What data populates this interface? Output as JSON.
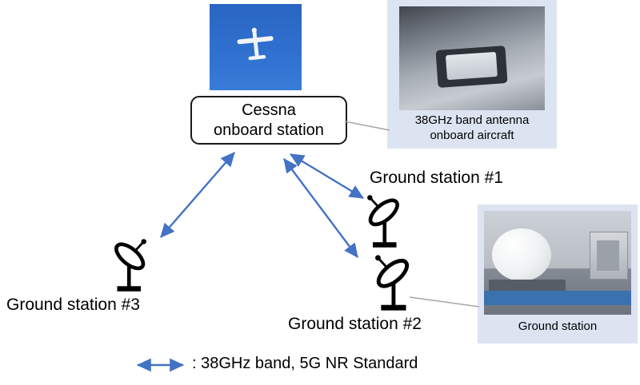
{
  "nodes": {
    "cessna_box": {
      "line1": "Cessna",
      "line2": "onboard station"
    }
  },
  "ground_stations": [
    {
      "label": "Ground station #1"
    },
    {
      "label": "Ground station #2"
    },
    {
      "label": "Ground station #3"
    }
  ],
  "insets": {
    "antenna": {
      "caption_line1": "38GHz band antenna",
      "caption_line2": "onboard aircraft"
    },
    "ground": {
      "caption": "Ground station"
    }
  },
  "legend": {
    "text": ": 38GHz band, 5G NR Standard"
  },
  "colors": {
    "arrow_blue": "#4472c4",
    "panel_blue": "#dce4f2",
    "sky_blue": "#2f70cf"
  },
  "icons": [
    {
      "name": "airplane-icon",
      "meaning": "Cessna aircraft seen from below"
    },
    {
      "name": "satellite-dish-icon",
      "meaning": "ground station antenna"
    },
    {
      "name": "double-arrow-icon",
      "meaning": "bidirectional 38GHz 5G NR link"
    }
  ]
}
